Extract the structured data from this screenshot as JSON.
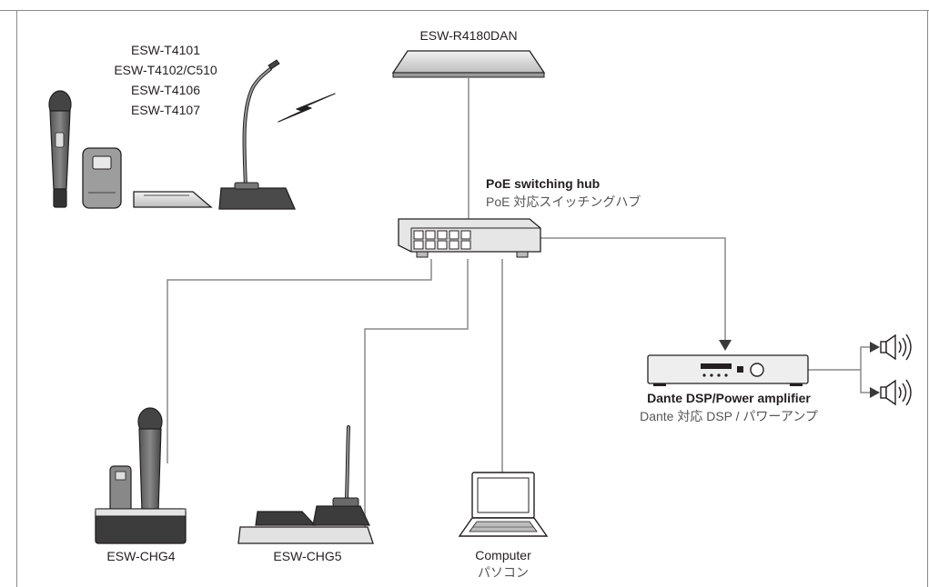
{
  "receiver": {
    "model": "ESW-R4180DAN"
  },
  "transmitters": {
    "models": [
      "ESW-T4101",
      "ESW-T4102/C510",
      "ESW-T4106",
      "ESW-T4107"
    ]
  },
  "hub": {
    "name_en": "PoE switching hub",
    "name_jp": "PoE 対応スイッチングハブ"
  },
  "amplifier": {
    "name_en": "Dante DSP/Power amplifier",
    "name_jp": "Dante 対応 DSP / パワーアンプ"
  },
  "charger4": {
    "model": "ESW-CHG4"
  },
  "charger5": {
    "model": "ESW-CHG5"
  },
  "computer": {
    "name_en": "Computer",
    "name_jp": "パソコン"
  },
  "colors": {
    "line": "#8a8a8a",
    "device_fill": "#e8e8e8",
    "device_stroke": "#231f20",
    "dark": "#3a3a3a"
  }
}
